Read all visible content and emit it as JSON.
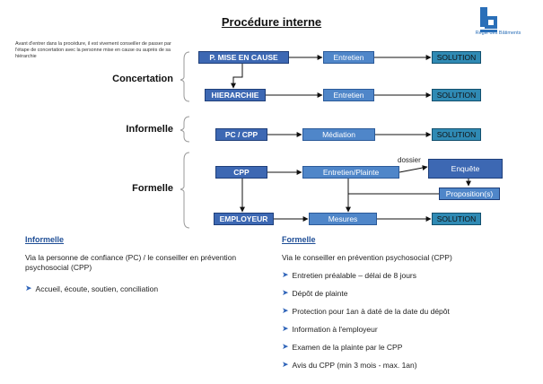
{
  "title": "Procédure interne",
  "note": "Avant d'entrer dans la procédure, il est vivement conseiller de passer par l'étape de concertation avec la personne mise en cause ou auprès de sa hiérarchie",
  "logo_text": "Régie des Bâtiments",
  "stages": {
    "concertation": "Concertation",
    "informelle": "Informelle",
    "formelle": "Formelle"
  },
  "rows": {
    "r1": {
      "start": "P. MISE EN CAUSE",
      "mid": "Entretien",
      "end": "SOLUTION"
    },
    "r2": {
      "start": "HIERARCHIE",
      "mid": "Entretien",
      "end": "SOLUTION"
    },
    "r3": {
      "start": "PC / CPP",
      "mid": "Médiation",
      "end": "SOLUTION"
    },
    "r4": {
      "start": "CPP",
      "mid": "Entretien/Plainte",
      "end": "Enquête",
      "branch_label": "dossier"
    },
    "r5": {
      "proposition": "Proposition(s)"
    },
    "r6": {
      "start": "EMPLOYEUR",
      "mid": "Mesures",
      "end": "SOLUTION"
    }
  },
  "informelle_section": {
    "heading": "Informelle",
    "text": "Via la personne de confiance (PC) / le conseiller en prévention psychosocial (CPP)",
    "bullets": [
      "Accueil, écoute, soutien, conciliation"
    ]
  },
  "formelle_section": {
    "heading": "Formelle",
    "text": "Via le conseiller en prévention psychosocial (CPP)",
    "bullets": [
      "Entretien préalable – délai de 8 jours",
      "Dépôt de plainte",
      "Protection pour 1an à daté de la date du dépôt",
      "Information à l'employeur",
      "Examen de la plainte par le CPP",
      "Avis du CPP (min 3 mois - max. 1an)"
    ]
  },
  "colors": {
    "dark": "#3d68b3",
    "medium": "#4f86c9",
    "solution": "#2f8ab4",
    "heading": "#1f4e96"
  }
}
